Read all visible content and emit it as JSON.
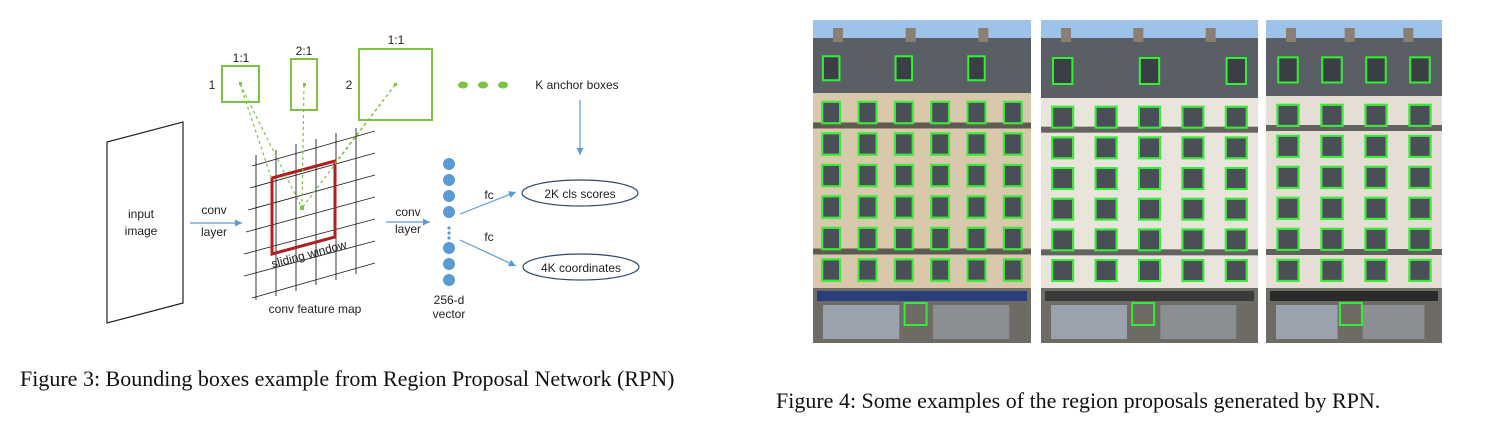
{
  "figure3": {
    "caption": "Figure 3: Bounding boxes example from Region Proposal Network (RPN)",
    "labels": {
      "input_image_line1": "input",
      "input_image_line2": "image",
      "conv1_line1": "conv",
      "conv1_line2": "layer",
      "conv2_line1": "conv",
      "conv2_line2": "layer",
      "sliding_window": "sliding window",
      "feature_map": "conv feature map",
      "vector_line1": "256-d",
      "vector_line2": "vector",
      "fc_top": "fc",
      "fc_bottom": "fc",
      "cls_scores": "2K cls scores",
      "coordinates": "4K coordinates",
      "anchor_boxes": "K anchor boxes",
      "anchor1_ratio": "1:1",
      "anchor2_ratio": "2:1",
      "anchor3_ratio": "1:1",
      "anchor1_scale": "1",
      "anchor3_scale": "2"
    },
    "colors": {
      "anchor_green": "#7dc242",
      "window_red": "#b02020",
      "arrow_blue": "#5b9bd5",
      "node_blue": "#5b9bd5"
    }
  },
  "figure4": {
    "caption": "Figure 4: Some examples of the region proposals generated by RPN.",
    "photos": [
      "facade-1",
      "facade-2",
      "facade-3"
    ],
    "colors": {
      "proposal_green": "#33ee33",
      "sky": "#9ec3ea",
      "stone": "#d8c9ad"
    }
  }
}
